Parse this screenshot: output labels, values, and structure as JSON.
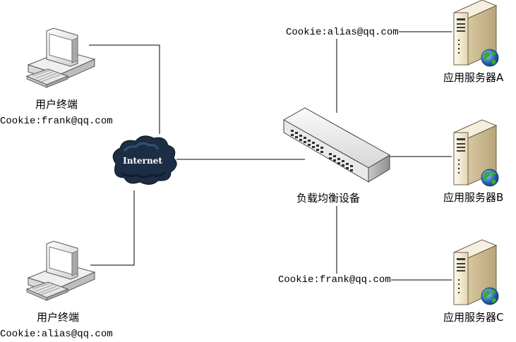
{
  "clients": [
    {
      "label": "用户终端",
      "cookie": "Cookie:frank@qq.com"
    },
    {
      "label": "用户终端",
      "cookie": "Cookie:alias@qq.com"
    }
  ],
  "internet": {
    "label": "Internet"
  },
  "load_balancer": {
    "label": "负载均衡设备"
  },
  "sessions": {
    "top": "Cookie:alias@qq.com",
    "bottom": "Cookie:frank@qq.com"
  },
  "servers": [
    {
      "label": "应用服务器A"
    },
    {
      "label": "应用服务器B"
    },
    {
      "label": "应用服务器C"
    }
  ],
  "colors": {
    "line": "#000000",
    "cloud": "#1d2d44",
    "server_body": "#efe6cf",
    "globe": "#2a6bb8"
  }
}
